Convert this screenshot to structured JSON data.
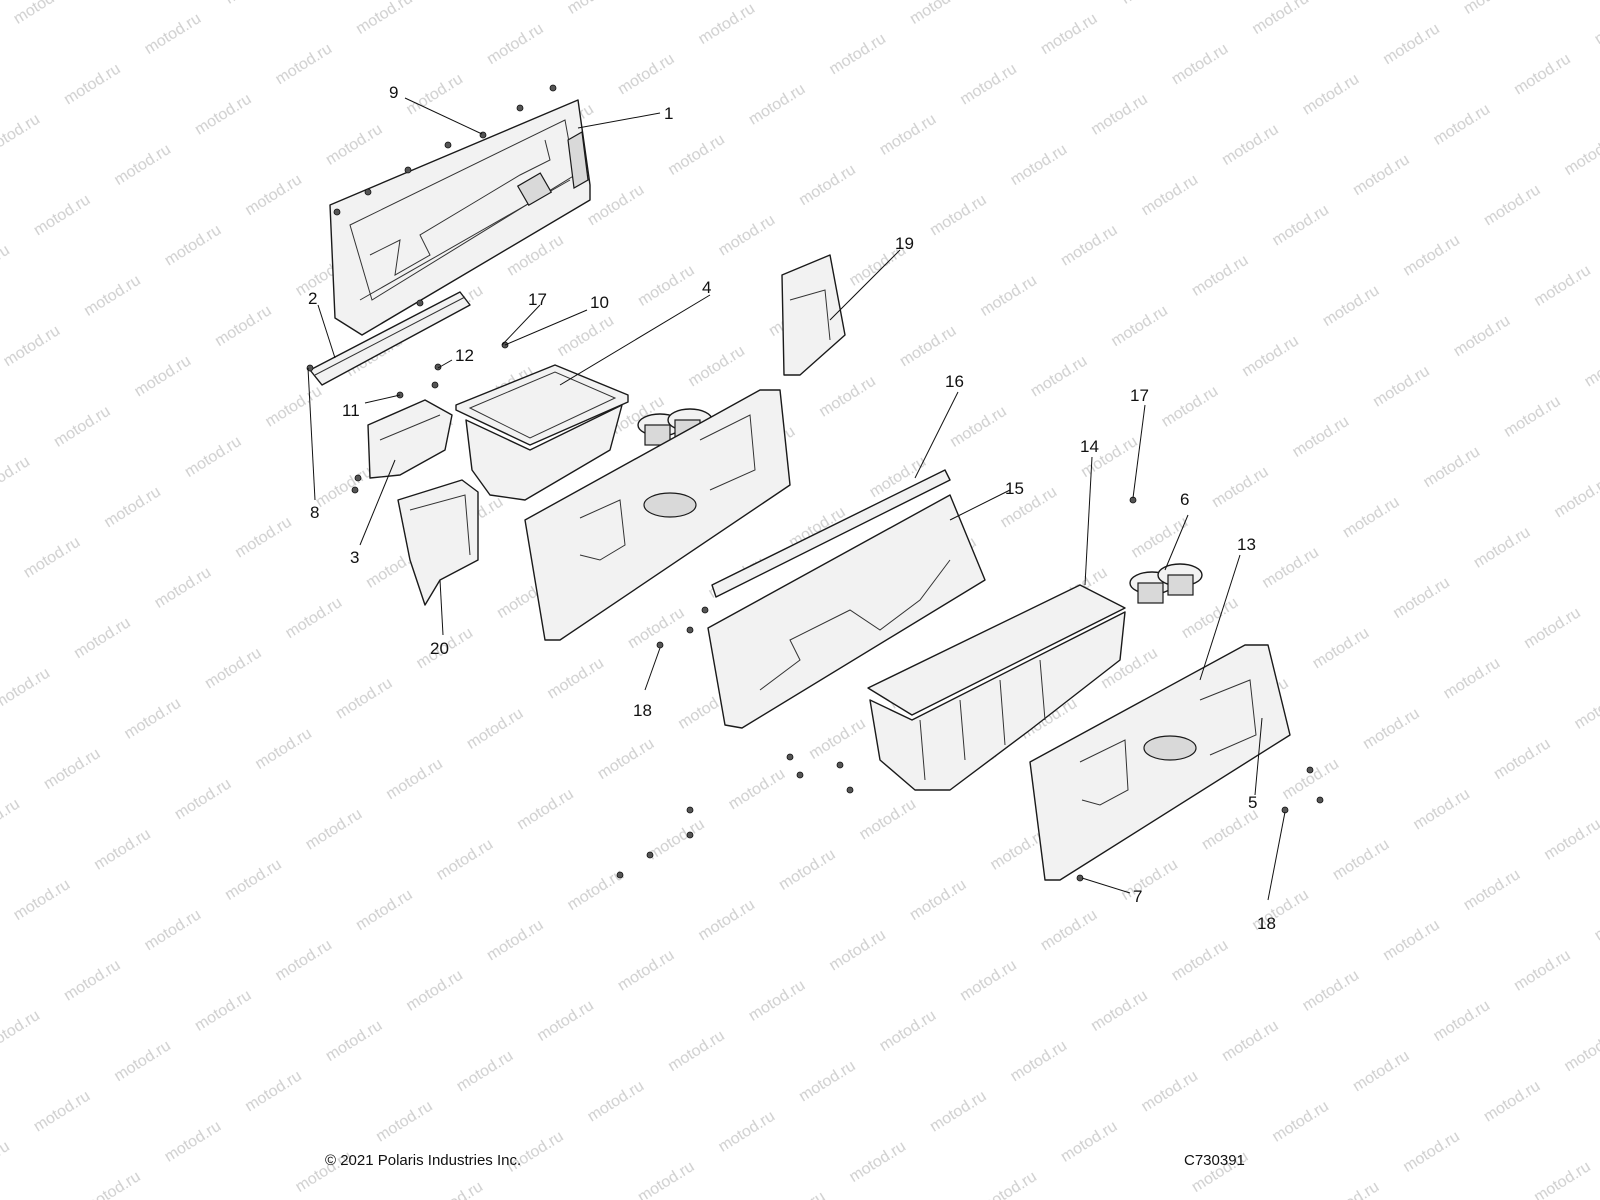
{
  "watermark": "motod.ru",
  "callouts": {
    "c1": "1",
    "c2": "2",
    "c3": "3",
    "c4": "4",
    "c5": "5",
    "c6": "6",
    "c7": "7",
    "c8": "8",
    "c9": "9",
    "c10": "10",
    "c11": "11",
    "c12": "12",
    "c13": "13",
    "c14": "14",
    "c15": "15",
    "c16": "16",
    "c17a": "17",
    "c17b": "17",
    "c18a": "18",
    "c18b": "18",
    "c19": "19",
    "c20": "20"
  },
  "footer": {
    "copyright": "© 2021 Polaris Industries Inc.",
    "drawing_number": "C730391"
  }
}
